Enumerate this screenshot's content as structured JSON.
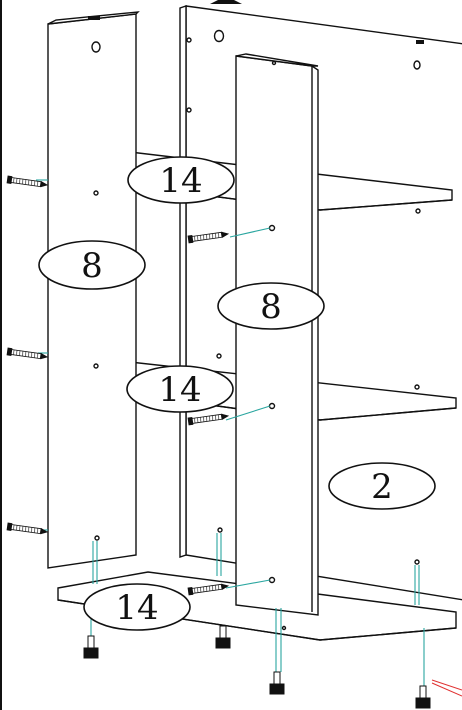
{
  "diagram": {
    "type": "assembly-instruction",
    "part_labels": {
      "shelf_top": "14",
      "shelf_middle": "14",
      "base": "14",
      "left_side": "8",
      "center_side": "8",
      "back_panel": "2"
    }
  }
}
